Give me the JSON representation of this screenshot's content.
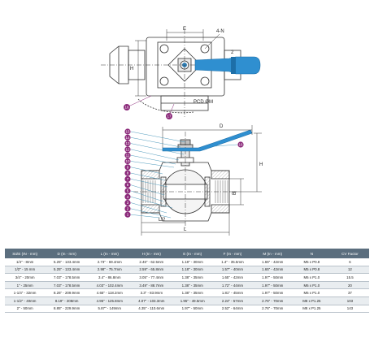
{
  "drawing": {
    "top_view": {
      "labels": {
        "e": "E",
        "n": "4-N",
        "h": "H",
        "callout_2": "2",
        "pcd": "PCD ØM"
      },
      "callouts": [
        "16",
        "17"
      ]
    },
    "side_view": {
      "labels": {
        "d": "D",
        "h": "H",
        "b": "B",
        "l2": "L/2",
        "l": "L"
      },
      "callouts": [
        "15",
        "14",
        "13",
        "12",
        "11",
        "10",
        "9",
        "8",
        "7",
        "6",
        "5",
        "4",
        "3",
        "2",
        "1",
        "16"
      ],
      "colors": {
        "callout": "#8b2a7a",
        "accent": "#2f8fd0",
        "leader": "#3a8fb4"
      }
    }
  },
  "table": {
    "columns": [
      "SIZE (IN - mm)",
      "D (In - mm)",
      "L (In - mm)",
      "H (In - mm)",
      "E (In - mm)",
      "F (In - mm)",
      "M (In - mm)",
      "N",
      "CV Factor"
    ],
    "rows": [
      [
        "1/4\" - 8mm",
        "5.25\" - 133.4mm",
        "2.73\" - 69.4mm",
        "2.46\" - 62.5mm",
        "1.18\" - 30mm",
        "1.4\" - 35.5mm",
        "1.65\" - 42mm",
        "M5 x P0.8",
        "6"
      ],
      [
        "1/2\" - 15 mm",
        "5.25\" - 133.4mm",
        "2.98\" - 75.7mm",
        "2.59\" - 65.8mm",
        "1.18\" - 30mm",
        "1.57\" - 40mm",
        "1.65\" - 42mm",
        "M5 x P0.8",
        "12"
      ],
      [
        "3/4\" - 20mm",
        "7.03\" - 178.5mm",
        "3.4\" - 86.8mm",
        "3.05\" - 77.4mm",
        "1.38\" - 35mm",
        "1.65\" - 42mm",
        "1.97\" - 50mm",
        "M6 x P1.0",
        "15.5"
      ],
      [
        "1\" - 25mm",
        "7.03\" - 178.5mm",
        "4.03\" - 102.4mm",
        "3.49\" - 88.7mm",
        "1.38\" - 35mm",
        "1.72\" - 44mm",
        "1.97\" - 50mm",
        "M6 x P1.0",
        "20"
      ],
      [
        "1-1/4\" - 32mm",
        "8.26\" - 209.9mm",
        "4.65\" - 118.2mm",
        "3.3\" - 83.9mm",
        "1.38\" - 35mm",
        "1.81\" - 45mm",
        "1.97\" - 50mm",
        "M6 x P1.0",
        "37"
      ],
      [
        "1-1/2\" - 40mm",
        "8.19\" - 208mm",
        "4.95\" - 125.8mm",
        "4.07\" - 103.3mm",
        "1.95\" - 49.5mm",
        "2.24\" - 57mm",
        "2.76\" - 70mm",
        "M8 x P1.25",
        "103"
      ],
      [
        "2\" - 50mm",
        "8.85\" - 229.9mm",
        "5.87\" - 149mm",
        "4.35\" - 110.6mm",
        "1.97\" - 50mm",
        "2.52\" - 64mm",
        "2.76\" - 70mm",
        "M8 x P1.25",
        "143"
      ]
    ]
  }
}
